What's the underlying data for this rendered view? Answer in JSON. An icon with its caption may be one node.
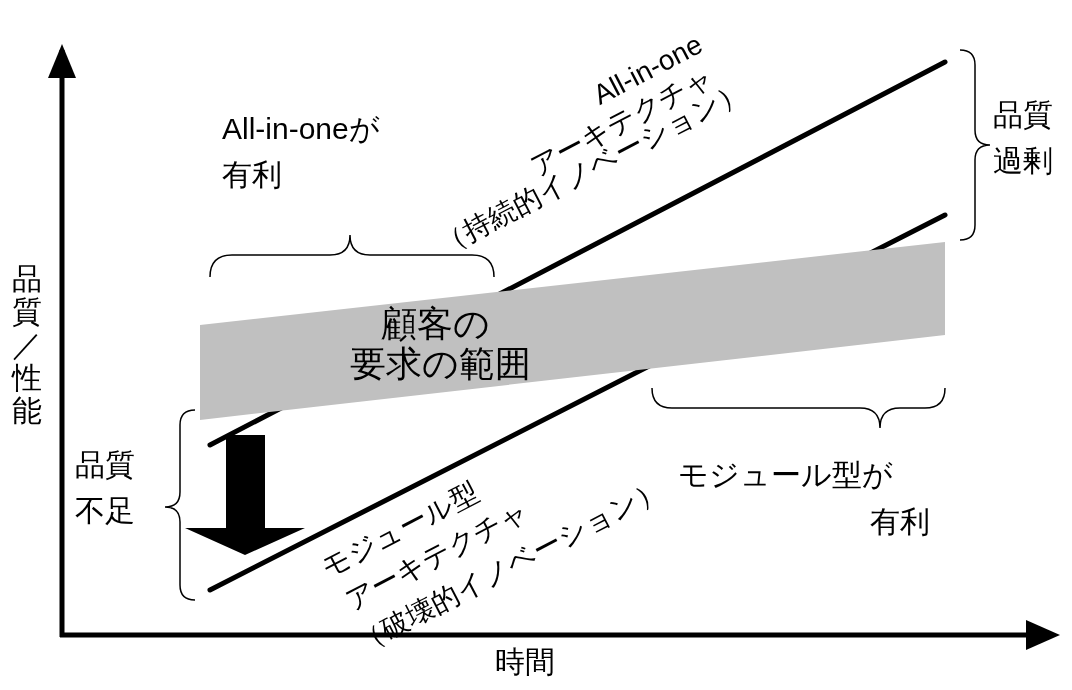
{
  "diagram": {
    "nodes": [
      {
        "text": [
          "顧客の",
          "要求の範囲"
        ]
      }
    ],
    "labels": [
      "All-in-one",
      "アーキテクチャ",
      "（持続的イノベーション）",
      "All-in-oneが",
      "有利",
      "品質",
      "過剰",
      "品質／性能",
      "品質",
      "不足",
      "モジュール型が",
      "有利",
      "モジュール型",
      "アーキテクチャ",
      "（破壊的イノベーション）",
      "時間"
    ]
  }
}
